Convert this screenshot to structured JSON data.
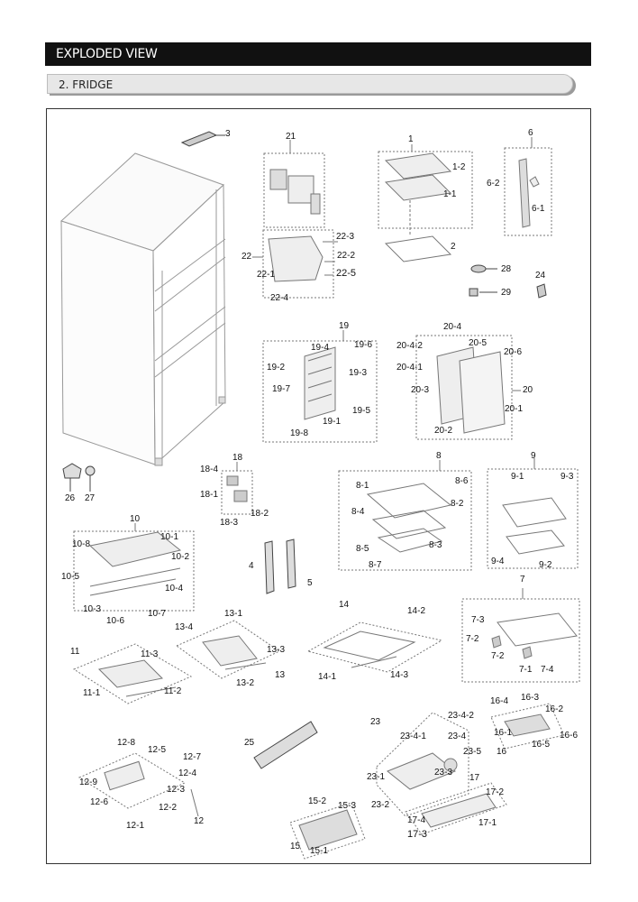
{
  "header": {
    "title": "EXPLODED VIEW",
    "section": "2. FRIDGE"
  },
  "labels": {
    "l1": "1",
    "l1_1": "1-1",
    "l1_2": "1-2",
    "l2": "2",
    "l3": "3",
    "l4": "4",
    "l5": "5",
    "l6": "6",
    "l6_1": "6-1",
    "l6_2": "6-2",
    "l7": "7",
    "l7_1": "7-1",
    "l7_2a": "7-2",
    "l7_2b": "7-2",
    "l7_3": "7-3",
    "l7_4": "7-4",
    "l8": "8",
    "l8_1": "8-1",
    "l8_2": "8-2",
    "l8_3": "8-3",
    "l8_4": "8-4",
    "l8_5": "8-5",
    "l8_6": "8-6",
    "l8_7": "8-7",
    "l9": "9",
    "l9_1": "9-1",
    "l9_2": "9-2",
    "l9_3": "9-3",
    "l9_4": "9-4",
    "l10": "10",
    "l10_1": "10-1",
    "l10_2": "10-2",
    "l10_3": "10-3",
    "l10_4": "10-4",
    "l10_5": "10-5",
    "l10_6": "10-6",
    "l10_7": "10-7",
    "l10_8": "10-8",
    "l11": "11",
    "l11_1": "11-1",
    "l11_2": "11-2",
    "l11_3": "11-3",
    "l12": "12",
    "l12_1": "12-1",
    "l12_2": "12-2",
    "l12_3": "12-3",
    "l12_4": "12-4",
    "l12_5": "12-5",
    "l12_6": "12-6",
    "l12_7": "12-7",
    "l12_8": "12-8",
    "l12_9": "12-9",
    "l13": "13",
    "l13_1": "13-1",
    "l13_2": "13-2",
    "l13_3": "13-3",
    "l13_4": "13-4",
    "l14": "14",
    "l14_1": "14-1",
    "l14_2": "14-2",
    "l14_3": "14-3",
    "l15": "15",
    "l15_1": "15-1",
    "l15_2": "15-2",
    "l15_3": "15-3",
    "l16": "16",
    "l16_1": "16-1",
    "l16_2": "16-2",
    "l16_3": "16-3",
    "l16_4": "16-4",
    "l16_5": "16-5",
    "l16_6": "16-6",
    "l17": "17",
    "l17_1": "17-1",
    "l17_2": "17-2",
    "l17_3": "17-3",
    "l17_4": "17-4",
    "l18": "18",
    "l18_1": "18-1",
    "l18_2": "18-2",
    "l18_3": "18-3",
    "l18_4": "18-4",
    "l19": "19",
    "l19_1": "19-1",
    "l19_2": "19-2",
    "l19_3": "19-3",
    "l19_4": "19-4",
    "l19_5": "19-5",
    "l19_6": "19-6",
    "l19_7": "19-7",
    "l19_8": "19-8",
    "l20": "20",
    "l20_1": "20-1",
    "l20_2": "20-2",
    "l20_3": "20-3",
    "l20_4": "20-4",
    "l20_4_1": "20-4-1",
    "l20_4_2": "20-4-2",
    "l20_5": "20-5",
    "l20_6": "20-6",
    "l21": "21",
    "l22": "22",
    "l22_1": "22-1",
    "l22_2": "22-2",
    "l22_3": "22-3",
    "l22_4": "22-4",
    "l22_5": "22-5",
    "l23": "23",
    "l23_1": "23-1",
    "l23_2": "23-2",
    "l23_3": "23-3",
    "l23_4": "23-4",
    "l23_4_1": "23-4-1",
    "l23_4_2": "23-4-2",
    "l23_5": "23-5",
    "l24": "24",
    "l25": "25",
    "l26": "26",
    "l27": "27",
    "l28": "28",
    "l29": "29"
  }
}
